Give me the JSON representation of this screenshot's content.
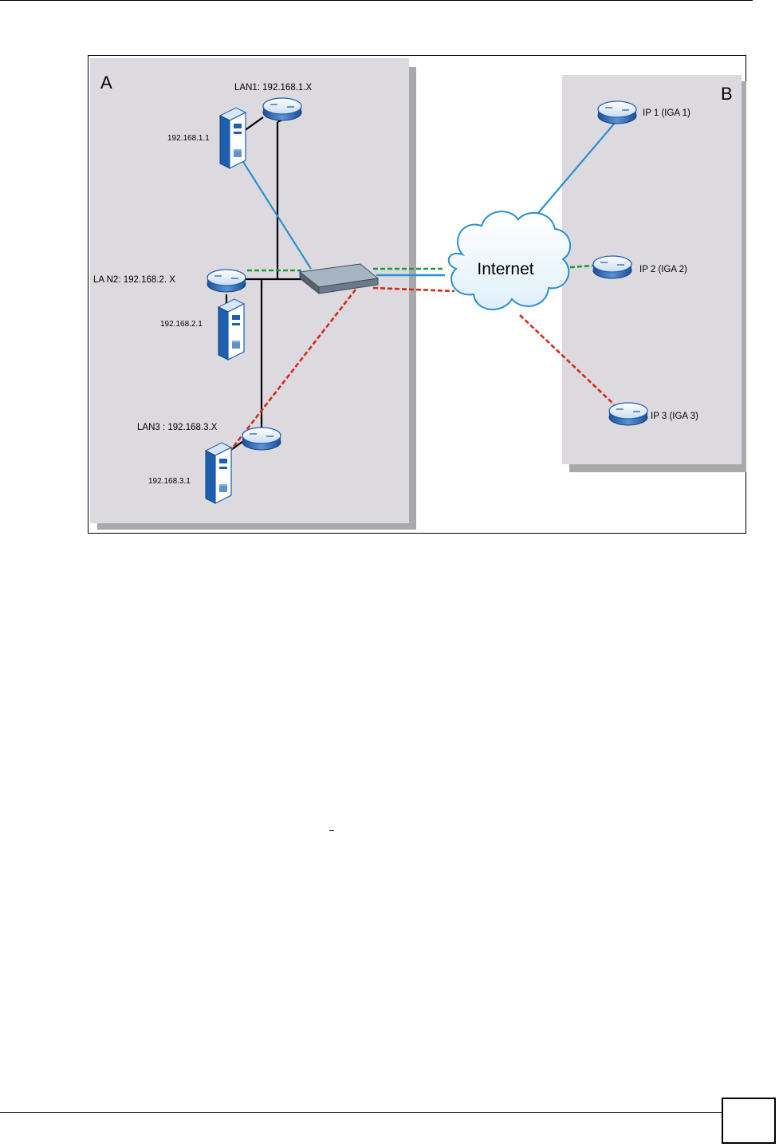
{
  "diagram": {
    "zone_a_label": "A",
    "zone_b_label": "B",
    "cloud_label": "Internet",
    "lan1_label": "LAN1: 192.168.1.X",
    "lan2_label": "LA N2: 192.168.2. X",
    "lan3_label": "LAN3 : 192.168.3.X",
    "host1_label": "192.168.1.1",
    "host2_label": "192.168.2.1",
    "host3_label": "192.168.3.1",
    "ip1_label": "IP 1 (IGA 1)",
    "ip2_label": "IP 2 (IGA 2)",
    "ip3_label": "IP 3 (IGA 3)",
    "colors": {
      "zone_fill": "#dcdadf",
      "zone_shadow": "#a9a9ac",
      "link_blue": "#2a8fd0",
      "link_green": "#1e9a3c",
      "link_red": "#d42a1a",
      "wire_black": "#000000",
      "device_blue": "#1f5fb0",
      "switch_gray": "#8b9aa7"
    }
  }
}
